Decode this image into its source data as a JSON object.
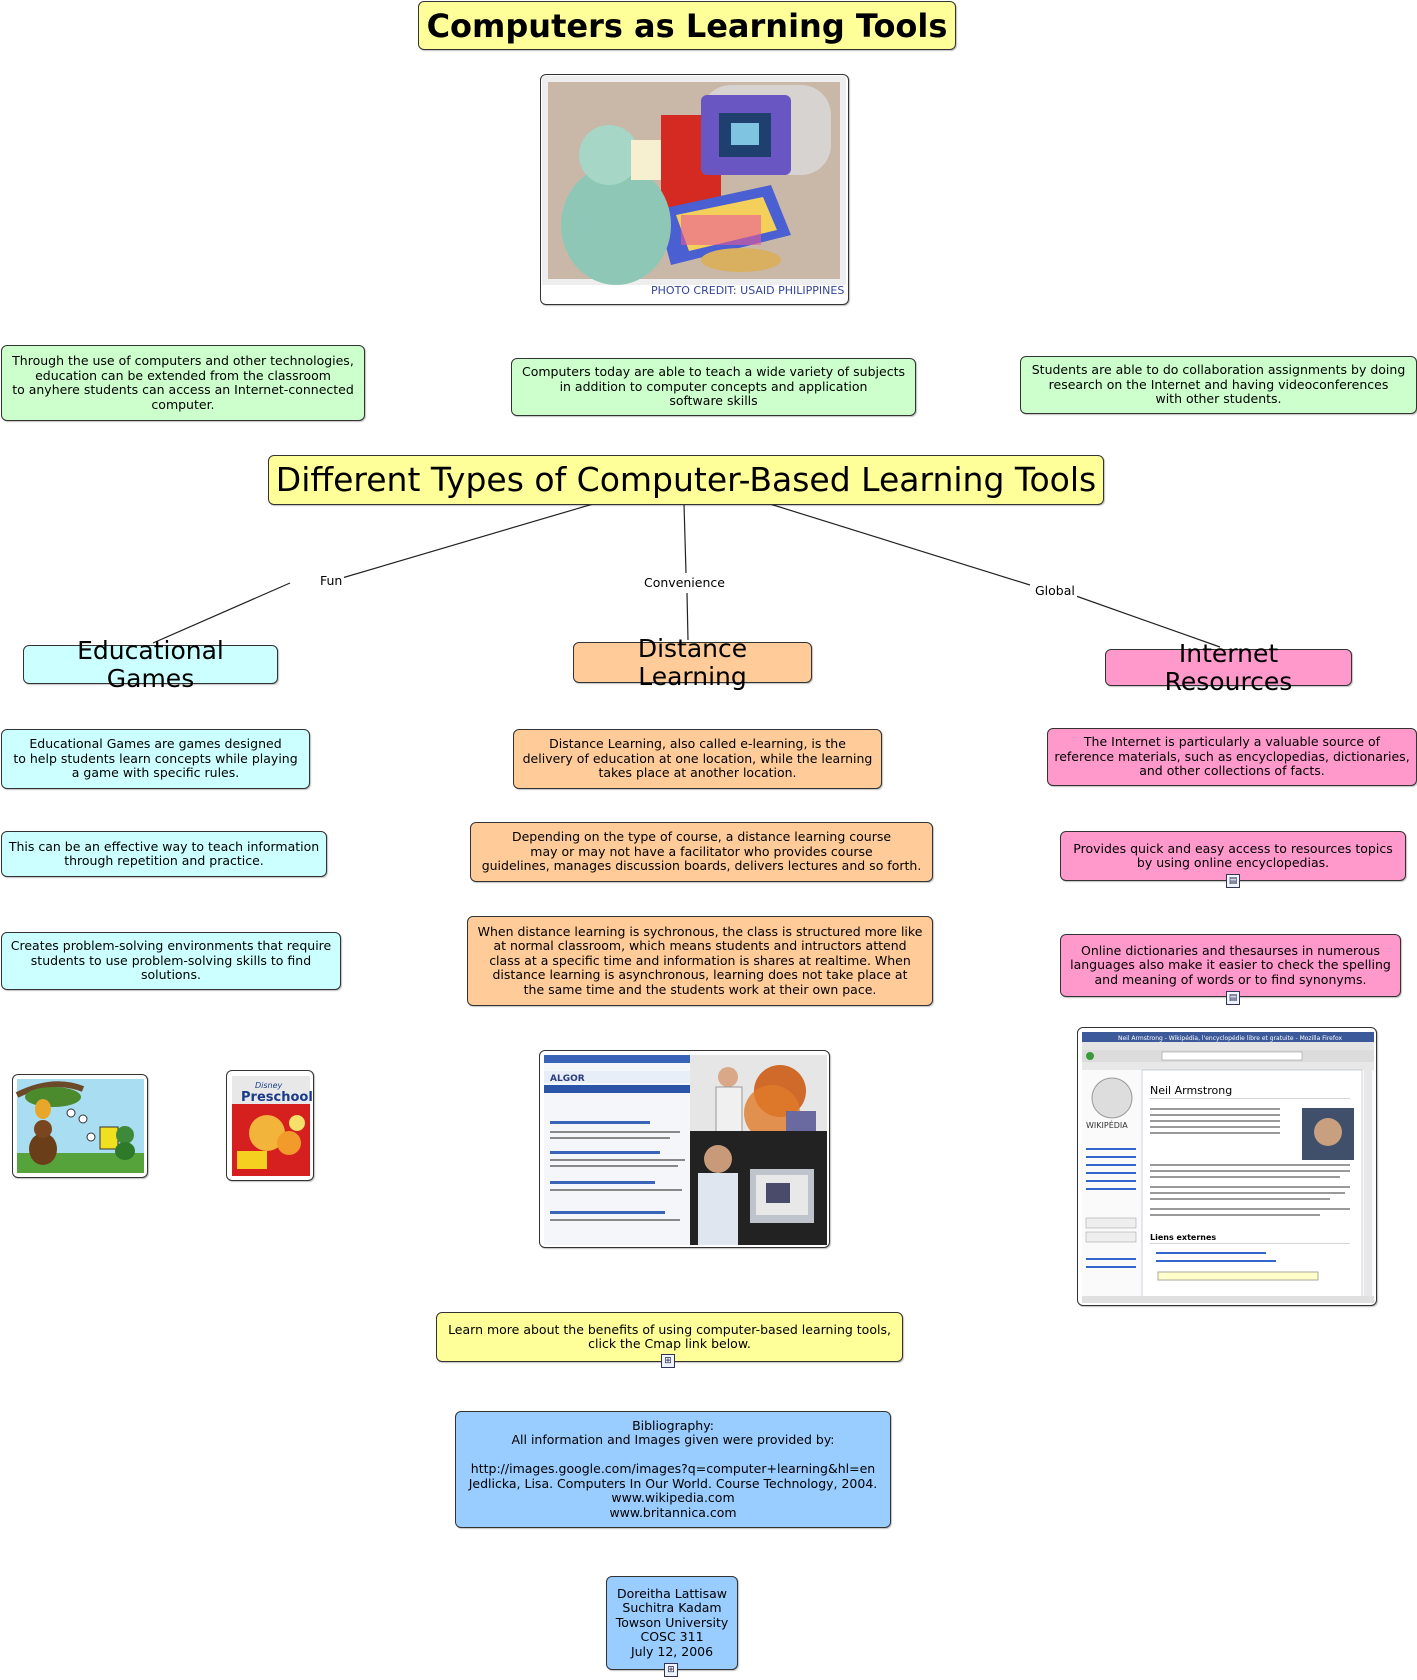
{
  "title": "Computers as Learning Tools",
  "photo_credit": "PHOTO CREDIT: USAID PHILIPPINES",
  "intro": [
    "Through the use of computers and other technologies,\neducation can be extended from the classroom\nto anyhere students can access an Internet-connected\ncomputer.",
    "Computers today are able to teach a wide variety of subjects\nin addition to computer concepts and application\nsoftware skills",
    "Students are able to do collaboration assignments by doing\nresearch on the Internet and having videoconferences\nwith other students."
  ],
  "main_concept": "Different Types of Computer-Based Learning Tools",
  "links": {
    "fun": "Fun",
    "convenience": "Convenience",
    "global": "Global"
  },
  "games": {
    "title": "Educational Games",
    "notes": [
      "Educational Games are games designed\nto help students learn concepts while playing\na game with specific rules.",
      "This can be an effective way to teach information\nthrough repetition and practice.",
      "Creates problem-solving environments that require\nstudents to use problem-solving skills to find\nsolutions."
    ],
    "box_brand": "Disney",
    "box_title": "Preschool"
  },
  "distance": {
    "title": "Distance Learning",
    "notes": [
      "Distance Learning, also called e-learning, is the\ndelivery of education at one location, while the learning\ntakes place at another location.",
      "Depending on the type of course, a distance learning course\nmay or may not have a facilitator who provides course\nguidelines, manages discussion boards, delivers lectures and so forth.",
      "When distance learning is sychronous, the class is structured more like\nat normal classroom, which means students and intructors attend\nclass at a specific time and information is shares at realtime. When\ndistance learning is asynchronous, learning does not take place at\nthe same time and the students work at their own pace."
    ],
    "screenshot_logo": "ALGOR"
  },
  "internet": {
    "title": "Internet Resources",
    "notes": [
      "The Internet is particularly a valuable source of\nreference materials, such as encyclopedias, dictionaries,\nand other collections of facts.",
      "Provides quick and easy access to resources topics\nby using online encyclopedias.",
      "Online dictionaries and thesaurses in numerous\nlanguages also make it easier to check the spelling\nand meaning of words or to find synonyms."
    ],
    "wiki_window_title": "Neil Armstrong - Wikipédia, l'encyclopédie libre et gratuite - Mozilla Firefox",
    "wiki_article": "Neil Armstrong",
    "wiki_logo": "WIKIPÉDIA",
    "wiki_section": "Liens externes"
  },
  "learn_more": "Learn more about the benefits of using computer-based learning tools,\nclick the Cmap link below.",
  "bibliography": "Bibliography:\nAll information and Images given were provided by:\n\nhttp://images.google.com/images?q=computer+learning&hl=en\nJedlicka, Lisa. Computers In Our World. Course Technology, 2004.\nwww.wikipedia.com\nwww.britannica.com",
  "authors": "Doreitha Lattisaw\nSuchitra Kadam\nTowson University\nCOSC 311\nJuly 12, 2006",
  "colors": {
    "title": "#ffff99",
    "intro": "#ccffcc",
    "games": "#ccffff",
    "distance": "#ffcc99",
    "internet": "#ff99cc",
    "bibliography": "#99ccff"
  }
}
